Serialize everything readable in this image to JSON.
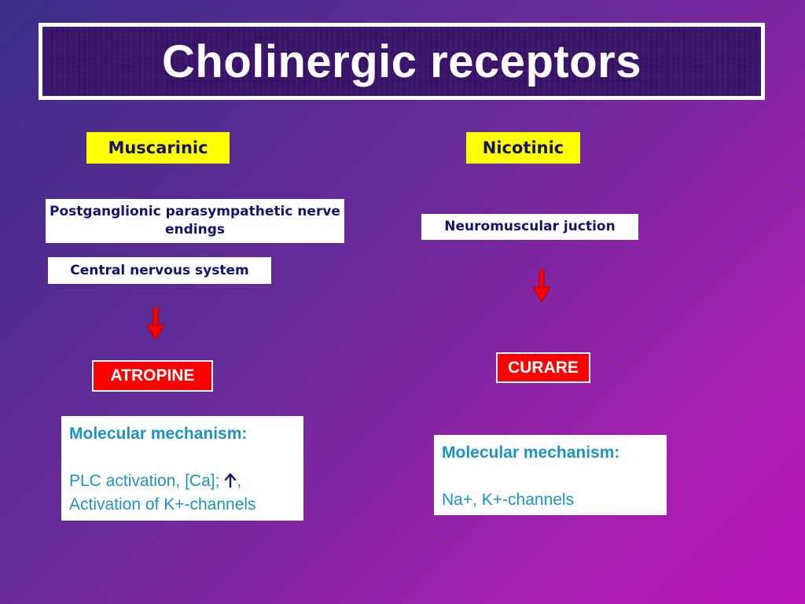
{
  "title": "Cholinergic receptors",
  "left": {
    "header": "Muscarinic",
    "locations": [
      "Postganglionic parasympathetic nerve endings",
      "Central nervous system"
    ],
    "blocker": "ATROPINE",
    "mechanism": {
      "heading": "Molecular mechanism:",
      "line1_prefix": "PLC activation, [Ca]; ",
      "line1_suffix": ",",
      "line2": "Activation of K+-channels"
    }
  },
  "right": {
    "header": "Nicotinic",
    "location": "Neuromuscular juction",
    "blocker": "CURARE",
    "mechanism": {
      "heading": "Molecular mechanism:",
      "line1": "Na+, K+-channels"
    }
  },
  "colors": {
    "header_bg": "#ffff00",
    "box_text": "#14146e",
    "blocker_bg": "#ff0000",
    "arrow": "#ff0000",
    "mechanism_text": "#1b93c4"
  },
  "icons": {
    "down_arrow": "down-arrow-icon",
    "up_arrow": "up-arrow-icon"
  }
}
